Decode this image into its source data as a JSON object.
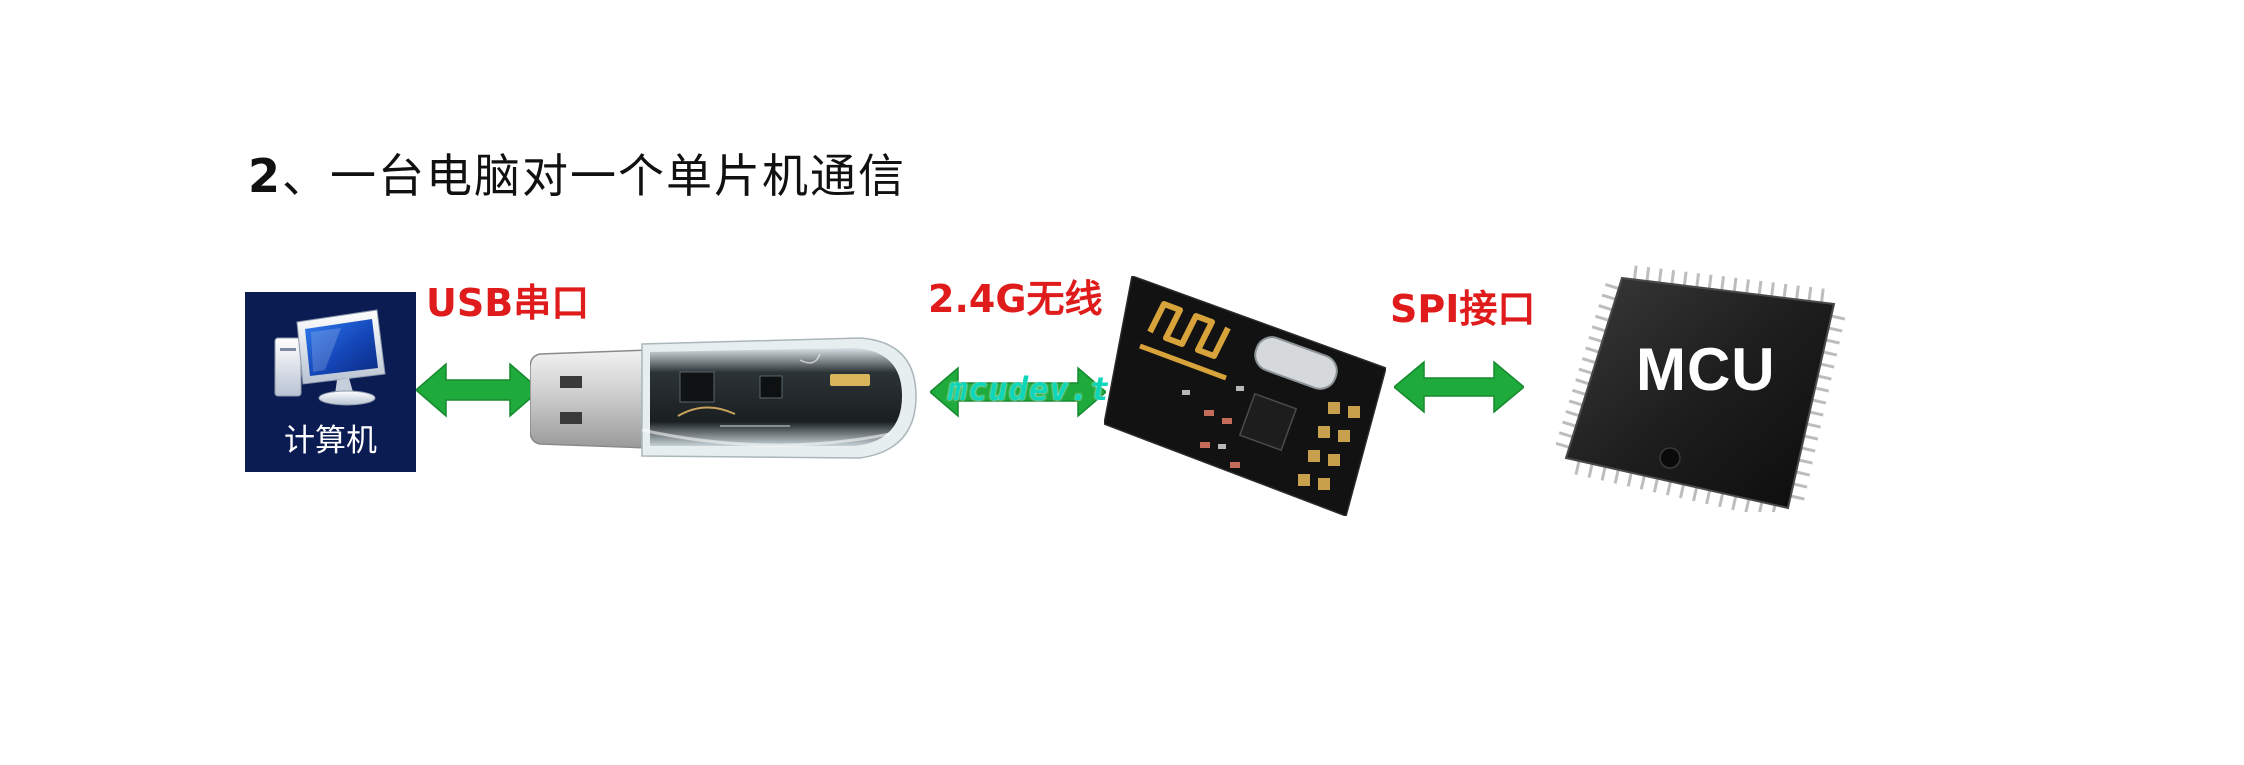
{
  "title": {
    "number": "2",
    "text": "、一台电脑对一个单片机通信"
  },
  "nodes": {
    "computer": {
      "label": "计算机"
    },
    "mcu": {
      "label": "MCU"
    }
  },
  "links": {
    "usb": {
      "label": "USB串口"
    },
    "wireless": {
      "label": "2.4G无线"
    },
    "spi": {
      "label": "SPI接口"
    }
  },
  "watermark": "mcudev.taobao.com",
  "colors": {
    "arrow": "#1faa3c",
    "label_red": "#e01b1b",
    "pc_bg": "#0b1c52",
    "watermark": "#0fd6b8"
  },
  "icons": [
    "computer-monitor-icon",
    "usb-dongle-image",
    "rf-module-image",
    "mcu-chip-image",
    "double-arrow-icon"
  ]
}
